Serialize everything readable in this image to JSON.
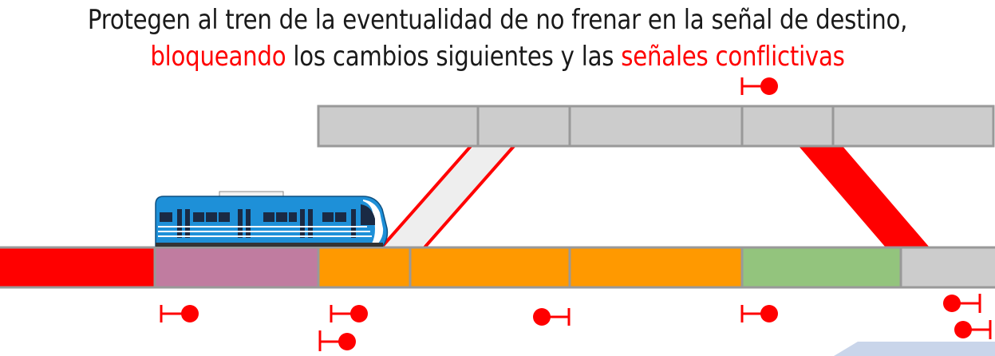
{
  "title": {
    "line1": "Protegen al tren de la eventualidad de no frenar en la señal de destino,",
    "line2_red_1": "bloqueando",
    "line2_mid": " los cambios siguientes y las ",
    "line2_red_2": "señales conflictivas"
  },
  "colors": {
    "red": "#ff0000",
    "mauve": "#c07ca0",
    "orange": "#ff9900",
    "green": "#93c47d",
    "gray": "#cccccc",
    "border": "#999999",
    "train_blue": "#1e90d8"
  },
  "tracks": {
    "main_blocks": [
      {
        "state": "occupied",
        "color": "red"
      },
      {
        "state": "occupied-train",
        "color": "mauve"
      },
      {
        "state": "locked",
        "color": "orange"
      },
      {
        "state": "locked",
        "color": "orange"
      },
      {
        "state": "locked",
        "color": "orange"
      },
      {
        "state": "clear-route",
        "color": "green"
      },
      {
        "state": "free",
        "color": "gray"
      }
    ],
    "upper_blocks": [
      {
        "state": "free",
        "color": "gray"
      },
      {
        "state": "free",
        "color": "gray"
      },
      {
        "state": "free",
        "color": "gray"
      },
      {
        "state": "free",
        "color": "gray"
      },
      {
        "state": "free",
        "color": "gray"
      }
    ],
    "crossovers": [
      {
        "id": "left-crossover",
        "state": "locked-outline"
      },
      {
        "id": "right-crossover",
        "state": "locked-filled"
      }
    ]
  },
  "signals": [
    {
      "id": "signal-upper",
      "aspect": "red",
      "facing": "right"
    },
    {
      "id": "signal-1",
      "aspect": "red",
      "facing": "right"
    },
    {
      "id": "signal-2",
      "aspect": "red",
      "facing": "right"
    },
    {
      "id": "signal-2b",
      "aspect": "red",
      "facing": "right"
    },
    {
      "id": "signal-3",
      "aspect": "red",
      "facing": "left"
    },
    {
      "id": "signal-4",
      "aspect": "red",
      "facing": "right"
    },
    {
      "id": "signal-5",
      "aspect": "red",
      "facing": "left"
    },
    {
      "id": "signal-5b",
      "aspect": "red",
      "facing": "left"
    }
  ]
}
